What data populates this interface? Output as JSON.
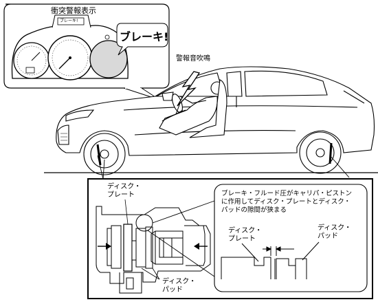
{
  "cluster": {
    "title": "衝突警報表示",
    "tag": "ブレーキ!",
    "bubble": "ブレーキ!"
  },
  "car": {
    "alarm_label": "警報音吹鳴"
  },
  "detail": {
    "disc_plate_label": "ディスク・\nプレート",
    "pad_label": "ディスク・\nパッド",
    "callout_text": "ブレーキ・フルード圧がキャリパ・ピストン\nに作用してディスク・プレートとディスク・\nパッドの隙間が狭まる",
    "inset_disc_plate_label": "ディスク・\nプレート",
    "inset_pad_label": "ディスク・\nパッド"
  }
}
